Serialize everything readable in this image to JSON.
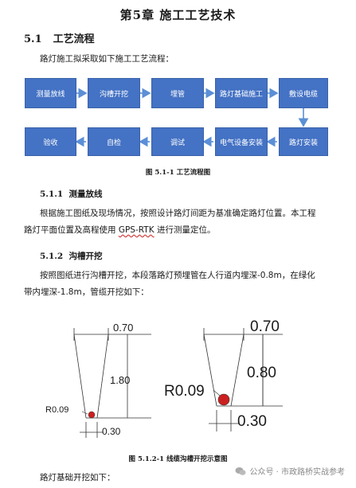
{
  "chapter_title": "第5章   施工工艺技术",
  "section": {
    "number": "5.1",
    "title": "工艺流程"
  },
  "intro": "路灯施工拟采取如下施工工艺流程：",
  "flow": {
    "row1": [
      "测量放线",
      "沟槽开挖",
      "埋管",
      "路灯基础施工",
      "敷设电缆"
    ],
    "row2": [
      "验收",
      "自检",
      "调试",
      "电气设备安装",
      "路灯安装"
    ],
    "box_color": "#4472c4",
    "arrow_color": "#5b8fd6"
  },
  "figure1_caption": "图 5.1-1 工艺流程图",
  "sub1": {
    "number": "5.1.1",
    "title": "测量放线"
  },
  "sub1_text_a": "根据施工图纸及现场情况，按照设计路灯间距为基准确定路灯位置。本工程",
  "sub1_text_b1": "路灯平面位置及高程使用",
  "sub1_gps": "GPS-RTK",
  "sub1_text_b2": "进行测量定位。",
  "sub2": {
    "number": "5.1.2",
    "title": "沟槽开挖"
  },
  "sub2_text_a": "按照图纸进行沟槽开挖，本段落路灯预埋管在人行道内埋深-0.8m，在绿化",
  "sub2_text_b": "带内埋深-1.8m，管缆开挖如下：",
  "trench_left": {
    "top": "0.70",
    "depth": "1.80",
    "bottom": "0.30",
    "radius": "R0.09"
  },
  "trench_right": {
    "top": "0.70",
    "depth": "0.80",
    "bottom": "0.30",
    "radius": "R0.09"
  },
  "figure2_caption": "图 5.1.2-1 线缆沟槽开挖示意图",
  "closing_text": "路灯基础开挖如下：",
  "watermark": "公众号 · 市政路桥实战参考"
}
